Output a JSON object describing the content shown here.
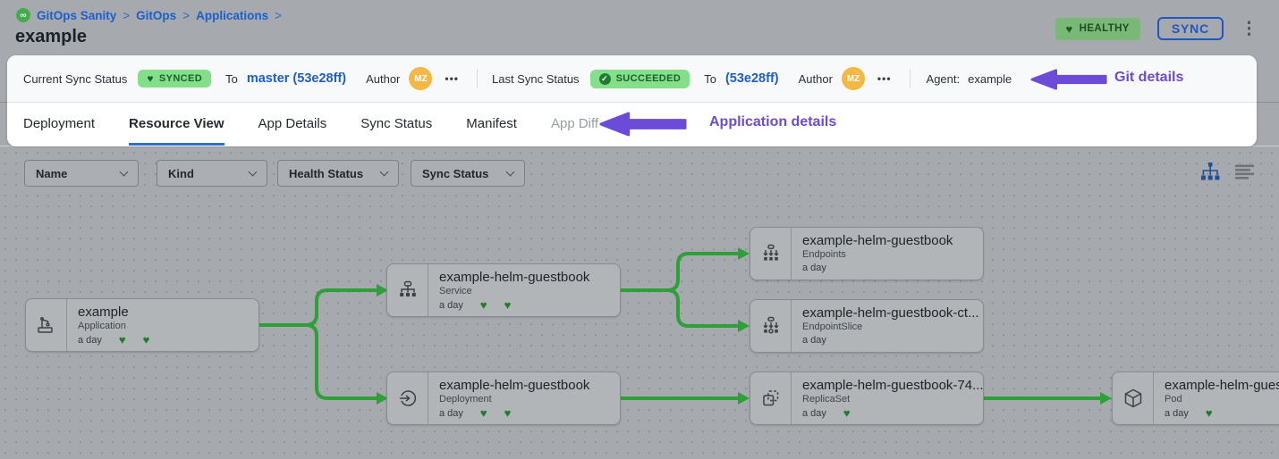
{
  "colors": {
    "accent_blue": "#1d5ecb",
    "purple": "#6b4bd8",
    "edge_green": "#2f9f39",
    "healthy_badge_bg": "#79b877",
    "sync_badge_bg": "#85de8a",
    "avatar_bg": "#f6b844"
  },
  "icons": {
    "heart": "♥",
    "check": "✓",
    "kebab": "⋮",
    "more": "•••",
    "logo": "∞"
  },
  "breadcrumb": {
    "items": [
      {
        "label": "GitOps Sanity"
      },
      {
        "label": "GitOps"
      },
      {
        "label": "Applications"
      }
    ],
    "separator": ">"
  },
  "header": {
    "title": "example",
    "health_badge": "HEALTHY",
    "sync_button": "SYNC"
  },
  "status_bar": {
    "current": {
      "label": "Current Sync Status",
      "badge": "SYNCED",
      "to_label": "To",
      "target": "master (53e28ff)",
      "author_label": "Author",
      "author_initials": "MZ"
    },
    "last": {
      "label": "Last Sync Status",
      "badge": "SUCCEEDED",
      "to_label": "To",
      "target": "(53e28ff)",
      "author_label": "Author",
      "author_initials": "MZ"
    },
    "agent": {
      "label": "Agent:",
      "value": "example"
    },
    "annotation": "Git details"
  },
  "tabs": {
    "items": [
      {
        "label": "Deployment"
      },
      {
        "label": "Resource View"
      },
      {
        "label": "App Details"
      },
      {
        "label": "Sync Status"
      },
      {
        "label": "Manifest"
      },
      {
        "label": "App Diff"
      }
    ],
    "annotation": "Application details"
  },
  "filters": {
    "dropdowns": [
      "Name",
      "Kind",
      "Health Status",
      "Sync Status"
    ]
  },
  "nodes": [
    {
      "title": "example",
      "kind": "Application",
      "age": "a day",
      "hearts": 2
    },
    {
      "title": "example-helm-guestbook",
      "kind": "Service",
      "age": "a day",
      "hearts": 2
    },
    {
      "title": "example-helm-guestbook",
      "kind": "Deployment",
      "age": "a day",
      "hearts": 2
    },
    {
      "title": "example-helm-guestbook",
      "kind": "Endpoints",
      "age": "a day",
      "hearts": 0
    },
    {
      "title": "example-helm-guestbook-ct...",
      "kind": "EndpointSlice",
      "age": "a day",
      "hearts": 0
    },
    {
      "title": "example-helm-guestbook-74...",
      "kind": "ReplicaSet",
      "age": "a day",
      "hearts": 1
    },
    {
      "title": "example-helm-guest",
      "kind": "Pod",
      "age": "a day",
      "hearts": 1
    }
  ]
}
